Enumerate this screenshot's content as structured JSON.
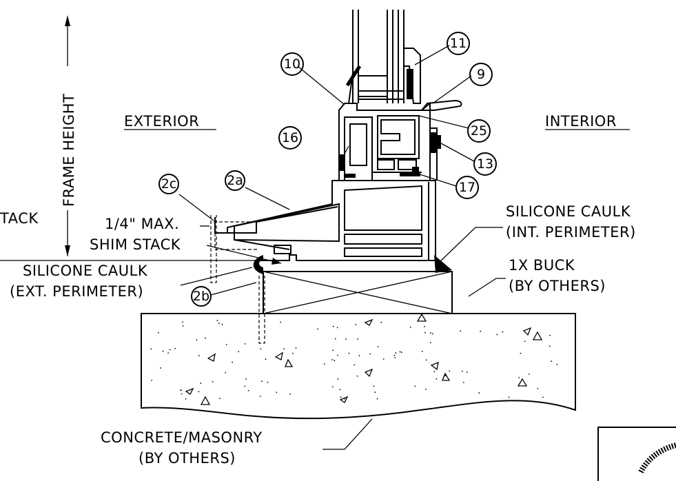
{
  "labels": {
    "frame_height": "FRAME HEIGHT",
    "exterior": "EXTERIOR",
    "interior": "INTERIOR",
    "stack_fragment": "TACK",
    "shim_line1": "1/4\" MAX.",
    "shim_line2": "SHIM STACK",
    "caulk_ext_line1": "SILICONE CAULK",
    "caulk_ext_line2": "(EXT. PERIMETER)",
    "caulk_int_line1": "SILICONE CAULK",
    "caulk_int_line2": "(INT. PERIMETER)",
    "buck_line1": "1X BUCK",
    "buck_line2": "(BY OTHERS)",
    "concrete_line1": "CONCRETE/MASONRY",
    "concrete_line2": "(BY OTHERS)"
  },
  "callouts": {
    "c2a": "2a",
    "c2b": "2b",
    "c2c": "2c",
    "c9": "9",
    "c10": "10",
    "c11": "11",
    "c13": "13",
    "c16": "16",
    "c17": "17",
    "c25": "25"
  }
}
